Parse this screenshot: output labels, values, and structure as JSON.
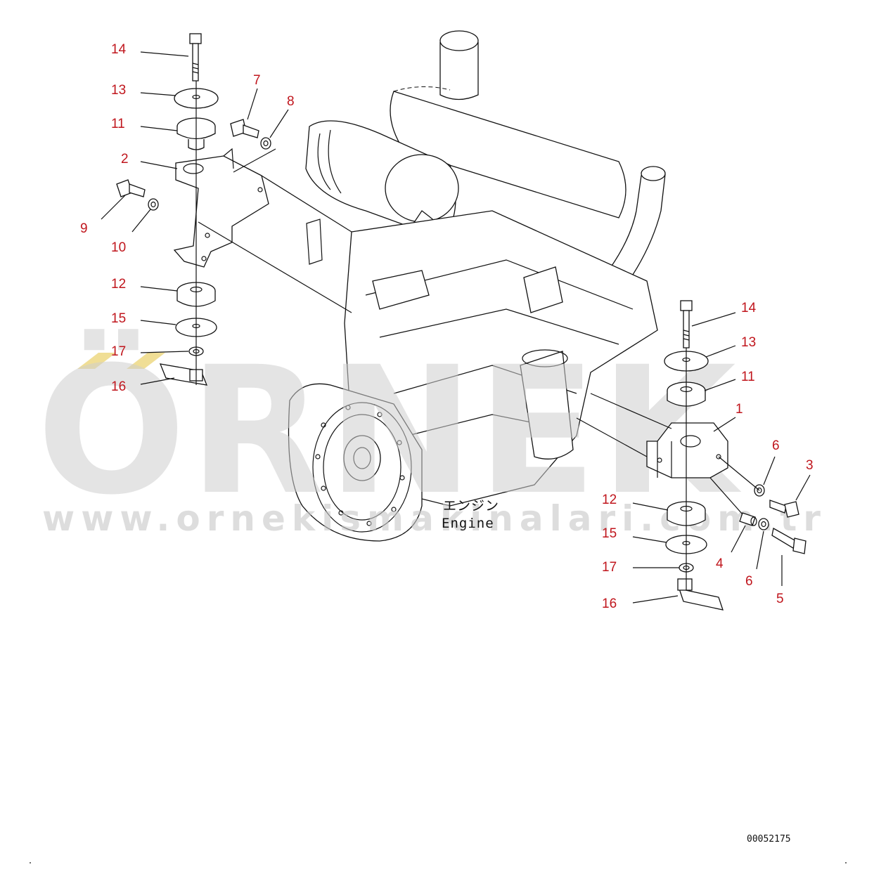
{
  "watermark": {
    "brand": "ÖRNEK",
    "url": "www.ornekismakinalari.com.tr"
  },
  "engine_label": {
    "japanese": "エンジン",
    "english": "Engine"
  },
  "drawing_number": "00052175",
  "callouts_left": [
    {
      "id": "14",
      "label": "14"
    },
    {
      "id": "13",
      "label": "13"
    },
    {
      "id": "11",
      "label": "11"
    },
    {
      "id": "7",
      "label": "7"
    },
    {
      "id": "8",
      "label": "8"
    },
    {
      "id": "2",
      "label": "2"
    },
    {
      "id": "9",
      "label": "9"
    },
    {
      "id": "10",
      "label": "10"
    },
    {
      "id": "12",
      "label": "12"
    },
    {
      "id": "15",
      "label": "15"
    },
    {
      "id": "17",
      "label": "17"
    },
    {
      "id": "16",
      "label": "16"
    }
  ],
  "callouts_right": [
    {
      "id": "14",
      "label": "14"
    },
    {
      "id": "13",
      "label": "13"
    },
    {
      "id": "11",
      "label": "11"
    },
    {
      "id": "1",
      "label": "1"
    },
    {
      "id": "6a",
      "label": "6"
    },
    {
      "id": "3",
      "label": "3"
    },
    {
      "id": "12",
      "label": "12"
    },
    {
      "id": "15",
      "label": "15"
    },
    {
      "id": "4",
      "label": "4"
    },
    {
      "id": "6b",
      "label": "6"
    },
    {
      "id": "5",
      "label": "5"
    },
    {
      "id": "17",
      "label": "17"
    },
    {
      "id": "16",
      "label": "16"
    }
  ],
  "colors": {
    "callout": "#c0161d",
    "line": "#111111",
    "watermark": "#cfcfcf",
    "watermark_accent": "#e6c84f"
  }
}
